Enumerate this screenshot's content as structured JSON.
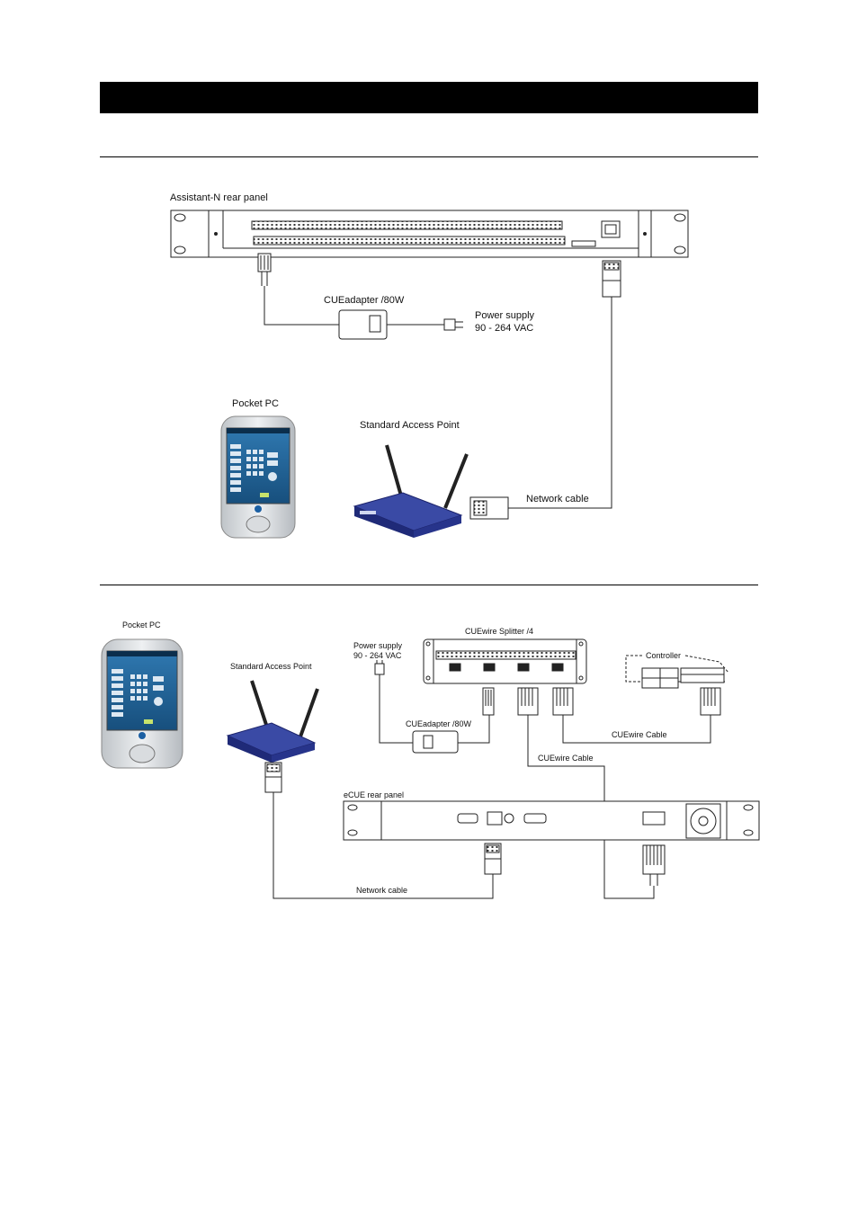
{
  "diagram1": {
    "assistant_panel_label": "Assistant-N rear panel",
    "cueadapter_label": "CUEadapter /80W",
    "power_supply_line1": "Power supply",
    "power_supply_line2": "90 - 264 VAC",
    "pocket_pc_label": "Pocket PC",
    "access_point_label": "Standard Access Point",
    "network_cable_label": "Network cable"
  },
  "diagram2": {
    "pocket_pc_label": "Pocket PC",
    "splitter_label": "CUEwire Splitter /4",
    "power_supply_line1": "Power supply",
    "power_supply_line2": "90 - 264 VAC",
    "controller_label": "Controller",
    "access_point_label": "Standard Access Point",
    "cueadapter_label": "CUEadapter /80W",
    "cuewire_cable_label_1": "CUEwire Cable",
    "cuewire_cable_label_2": "CUEwire Cable",
    "ecue_panel_label": "eCUE rear panel",
    "network_cable_label": "Network cable"
  },
  "colors": {
    "router_blue": "#27348b",
    "pda_screen": "#1a5b8c",
    "line": "#222222"
  }
}
